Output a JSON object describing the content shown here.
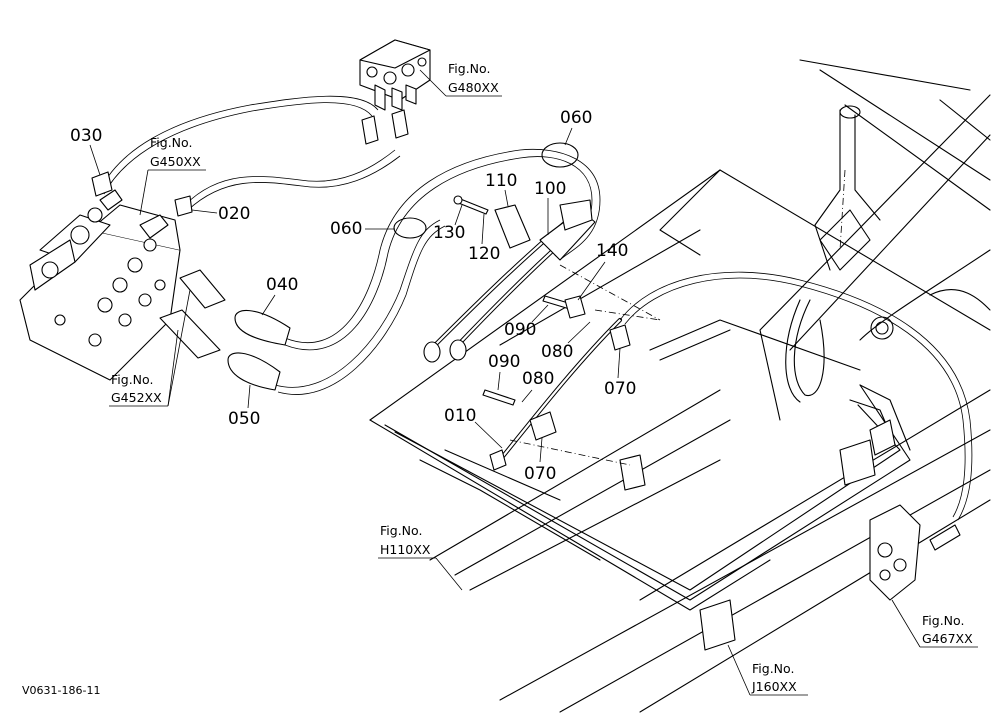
{
  "parts": {
    "p030": "030",
    "p020": "020",
    "p040": "040",
    "p050": "050",
    "p060a": "060",
    "p060b": "060",
    "p110": "110",
    "p100": "100",
    "p130": "130",
    "p120": "120",
    "p140": "140",
    "p090a": "090",
    "p090b": "090",
    "p080a": "080",
    "p080b": "080",
    "p070a": "070",
    "p070b": "070",
    "p010": "010"
  },
  "figs": {
    "g480": {
      "title": "Fig.No.",
      "ref": "G480XX"
    },
    "g450": {
      "title": "Fig.No.",
      "ref": "G450XX"
    },
    "g452": {
      "title": "Fig.No.",
      "ref": "G452XX"
    },
    "h110": {
      "title": "Fig.No.",
      "ref": "H110XX"
    },
    "g467": {
      "title": "Fig.No.",
      "ref": "G467XX"
    },
    "j160": {
      "title": "Fig.No.",
      "ref": "J160XX"
    }
  },
  "drawing_code": "V0631-186-11"
}
